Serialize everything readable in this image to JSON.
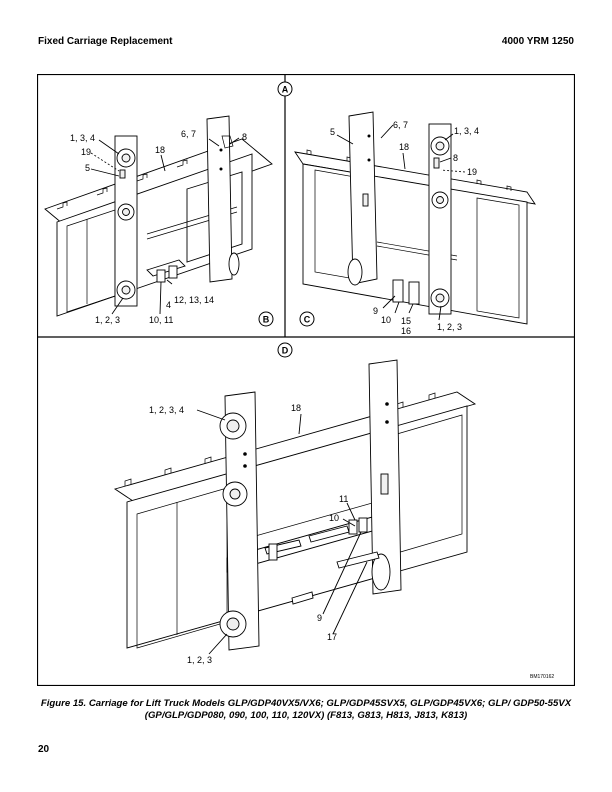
{
  "header": {
    "left": "Fixed Carriage Replacement",
    "right": "4000 YRM 1250"
  },
  "figure": {
    "panel_labels": {
      "a": "A",
      "b": "B",
      "c": "C",
      "d": "D"
    },
    "callouts": {
      "b_134": "1, 3, 4",
      "b_19": "19",
      "b_5": "5",
      "b_67": "6, 7",
      "b_8": "8",
      "b_18": "18",
      "b_4": "4",
      "b_121314": "12, 13, 14",
      "b_123": "1, 2, 3",
      "b_1011": "10, 11",
      "c_5": "5",
      "c_67": "6, 7",
      "c_18": "18",
      "c_134": "1, 3, 4",
      "c_8": "8",
      "c_19": "19",
      "c_9": "9",
      "c_10": "10",
      "c_15": "15",
      "c_16": "16",
      "c_123": "1, 2, 3",
      "d_1234": "1, 2, 3, 4",
      "d_18": "18",
      "d_11": "11",
      "d_10": "10",
      "d_9": "9",
      "d_17": "17",
      "d_123": "1, 2, 3"
    },
    "code": "BM170162"
  },
  "caption": "Figure 15. Carriage for Lift Truck Models GLP/GDP40VX5/VX6; GLP/GDP45SVX5, GLP/GDP45VX6; GLP/ GDP50-55VX (GP/GLP/GDP080, 090, 100, 110, 120VX) (F813, G813, H813, J813, K813)",
  "page_number": "20"
}
